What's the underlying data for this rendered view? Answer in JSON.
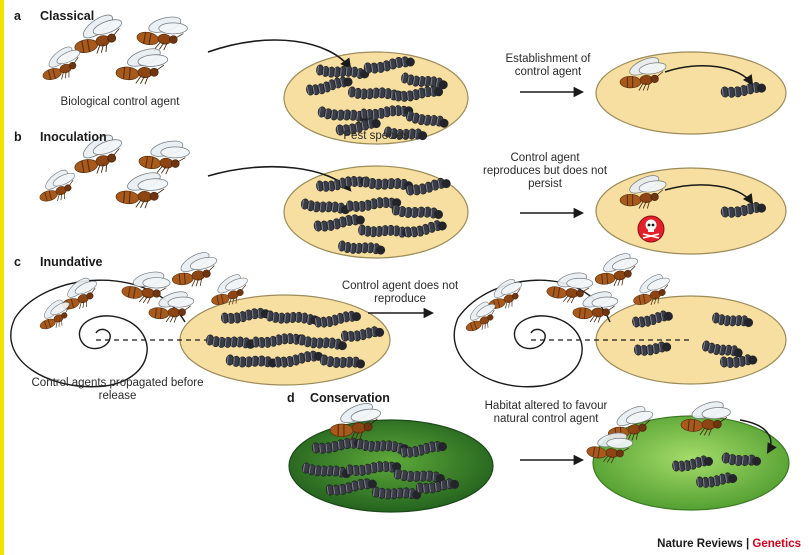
{
  "panels": {
    "a": {
      "letter": "a",
      "title": "Classical",
      "agent_label": "Biological control agent",
      "pest_label": "Pest species",
      "result_label": "Establishment of control agent"
    },
    "b": {
      "letter": "b",
      "title": "Inoculation",
      "result_label": "Control agent reproduces but does not persist"
    },
    "c": {
      "letter": "c",
      "title": "Inundative",
      "propagated_label": "Control agents propagated before release",
      "result_label": "Control agent does not reproduce"
    },
    "d": {
      "letter": "d",
      "title": "Conservation",
      "result_label": "Habitat altered to favour natural control agent"
    }
  },
  "footer": {
    "publisher": "Nature Reviews",
    "separator": " | ",
    "journal": "Genetics"
  },
  "colors": {
    "arena": "#f6dfa0",
    "arena_stroke": "#9c8c5a",
    "caterpillar": "#3a3d45",
    "wasp_body": "#a85a1c",
    "skull_badge": "#e3202a",
    "green_dark": "#2f7d2a",
    "green_light": "#77c040",
    "accent_bar": "#f1e400"
  }
}
